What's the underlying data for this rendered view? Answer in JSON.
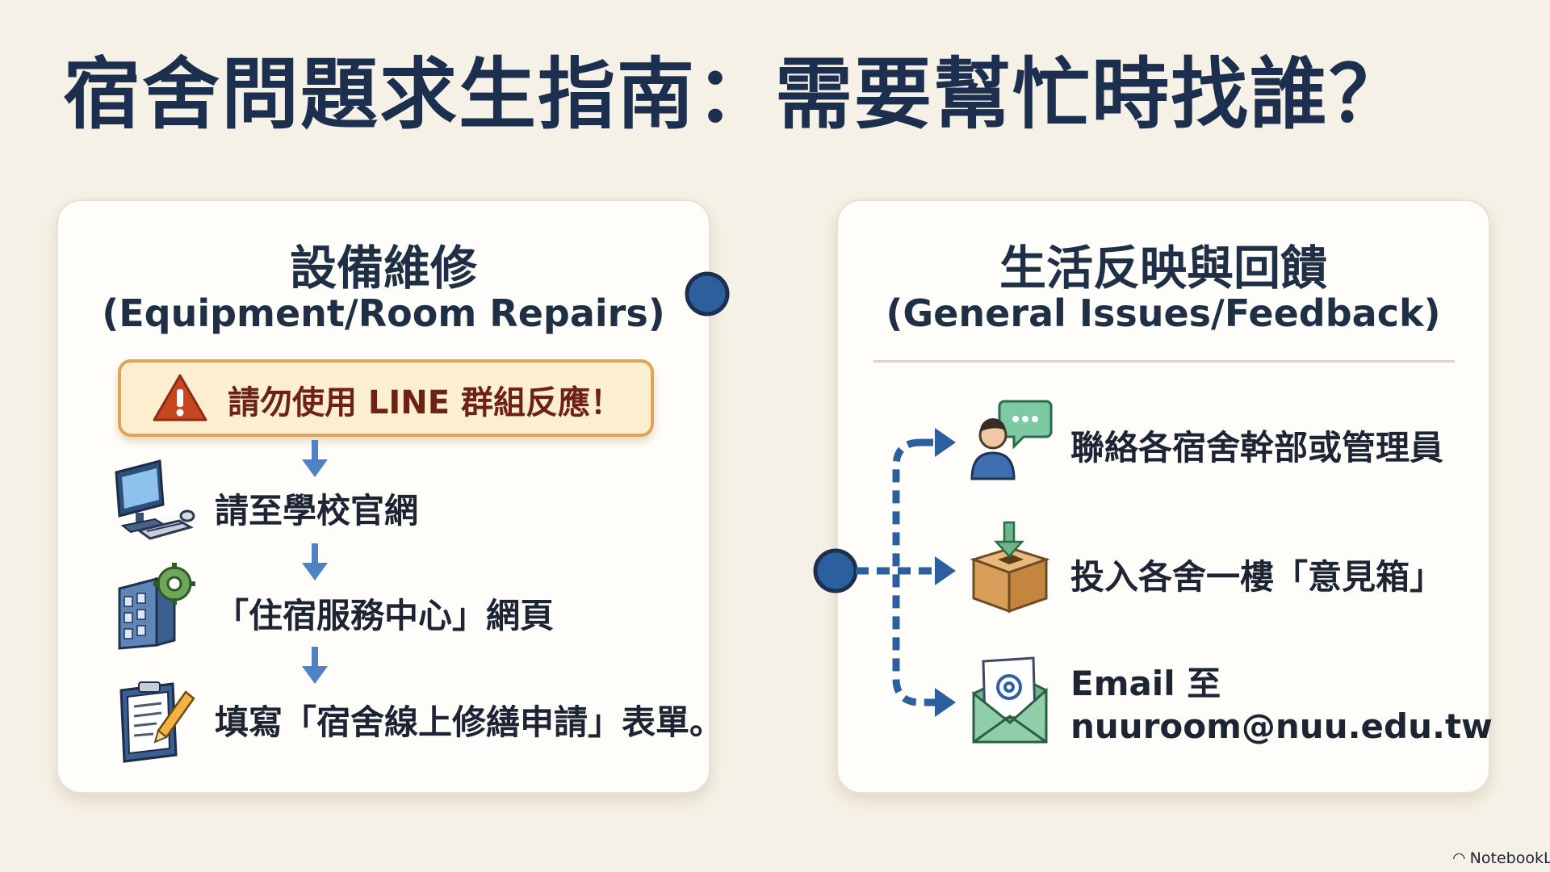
{
  "page": {
    "title": "宿舍問題求生指南：需要幫忙時找誰？"
  },
  "left_card": {
    "title": "設備維修",
    "subtitle": "(Equipment/Room Repairs)",
    "warning": "請勿使用 LINE 群組反應！",
    "steps": [
      {
        "label": "請至學校官網",
        "icon": "computer-icon"
      },
      {
        "label": "「住宿服務中心」網頁",
        "icon": "building-gear-icon"
      },
      {
        "label": "填寫「宿舍線上修繕申請」表單。",
        "icon": "clipboard-pencil-icon"
      }
    ]
  },
  "right_card": {
    "title": "生活反映與回饋",
    "subtitle": "(General Issues/Feedback)",
    "options": [
      {
        "label": "聯絡各宿舍幹部或管理員",
        "icon": "person-chat-icon"
      },
      {
        "label": "投入各舍一樓「意見箱」",
        "icon": "suggestion-box-icon"
      },
      {
        "label_line1": "Email 至",
        "label_line2": "nuuroom@nuu.edu.tw",
        "icon": "email-icon"
      }
    ]
  },
  "colors": {
    "background": "#f6f1e6",
    "title": "#1c2f4f",
    "connector": "#2c5f9e",
    "warning_border": "#dfa45a",
    "warning_fill": "#fbefcf",
    "warning_text": "#6e2216"
  },
  "footer": {
    "brand": "NotebookL"
  }
}
